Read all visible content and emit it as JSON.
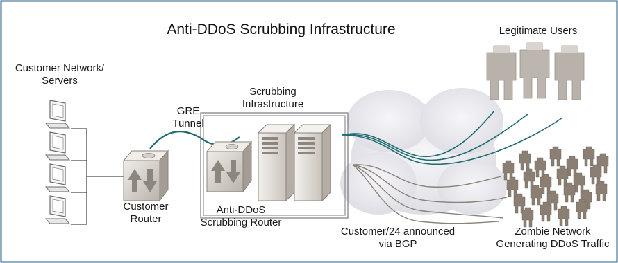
{
  "title": "Anti-DDoS Scrubbing Infrastructure",
  "labels": {
    "customer_network_line1": "Customer Network/",
    "customer_network_line2": "Servers",
    "gre_line1": "GRE",
    "gre_line2": "Tunnel",
    "scrubbing_line1": "Scrubbing",
    "scrubbing_line2": "Infrastructure",
    "customer_router_line1": "Customer",
    "customer_router_line2": "Router",
    "antiddos_line1": "Anti-DDoS",
    "antiddos_line2": "Scrubbing Router",
    "bgp_line1": "Customer/24 announced",
    "bgp_line2": "via BGP",
    "legit_users": "Legitimate Users",
    "zombie_line1": "Zombie Network",
    "zombie_line2": "Generating DDoS Traffic"
  },
  "colors": {
    "frame": "#2b5f86",
    "tunnel_line": "#1f6b70",
    "attack_line": "#8a8178",
    "cloud": "#e9e9ee",
    "people_legit": "#b9b2aa",
    "people_zombie": "#8b7f74",
    "device": "#d8d4cf"
  },
  "icons": {
    "computers": "computer-icon",
    "routers": "router-icon",
    "servers": "server-icon",
    "people": "person-icon"
  }
}
